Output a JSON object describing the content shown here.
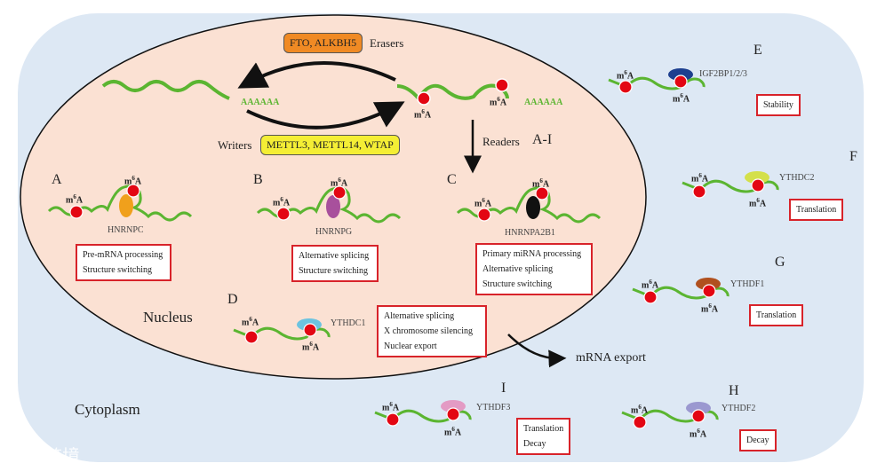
{
  "title": "m6A RNA modification: writers, erasers and readers",
  "colors": {
    "cytoplasm": "#dde8f4",
    "nucleus": "#fbe1d3",
    "rna": "#5bb531",
    "m6a_dot": "#e30613",
    "function_box_border": "#d8232a",
    "erasers_fill": "#f08a24",
    "writers_fill": "#f4ee35"
  },
  "compartments": {
    "nucleus": "Nucleus",
    "cytoplasm": "Cytoplasm"
  },
  "mark_label": "m6A",
  "poly_a": "AAAAAA",
  "erasers": {
    "proteins": "FTO, ALKBH5",
    "label": "Erasers"
  },
  "writers": {
    "proteins": "METTL3, METTL14, WTAP",
    "label": "Writers"
  },
  "readers": {
    "label": "Readers",
    "range": "A-I"
  },
  "export_label": "mRNA export",
  "readers_list": [
    {
      "letter": "A",
      "protein": "HNRNPC",
      "color": "#f0a01c",
      "functions": [
        "Pre-mRNA processing",
        "Structure switching"
      ]
    },
    {
      "letter": "B",
      "protein": "HNRNPG",
      "color": "#a8509c",
      "functions": [
        "Alternative splicing",
        "Structure switching"
      ]
    },
    {
      "letter": "C",
      "protein": "HNRNPA2B1",
      "color": "#111111",
      "functions": [
        "Primary miRNA processing",
        "Alternative splicing",
        "Structure switching"
      ]
    },
    {
      "letter": "D",
      "protein": "YTHDC1",
      "color": "#6cc3e0",
      "functions": [
        "Alternative splicing",
        "X chromosome silencing",
        "Nuclear export"
      ]
    },
    {
      "letter": "E",
      "protein": "IGF2BP1/2/3",
      "color": "#1d3f8f",
      "functions": [
        "Stability"
      ]
    },
    {
      "letter": "F",
      "protein": "YTHDC2",
      "color": "#d4e04a",
      "functions": [
        "Translation"
      ]
    },
    {
      "letter": "G",
      "protein": "YTHDF1",
      "color": "#b0501e",
      "functions": [
        "Translation"
      ]
    },
    {
      "letter": "H",
      "protein": "YTHDF2",
      "color": "#9b98d0",
      "functions": [
        "Decay"
      ]
    },
    {
      "letter": "I",
      "protein": "YTHDF3",
      "color": "#e39bc4",
      "functions": [
        "Translation",
        "Decay"
      ]
    }
  ],
  "watermark": "大数跨境"
}
